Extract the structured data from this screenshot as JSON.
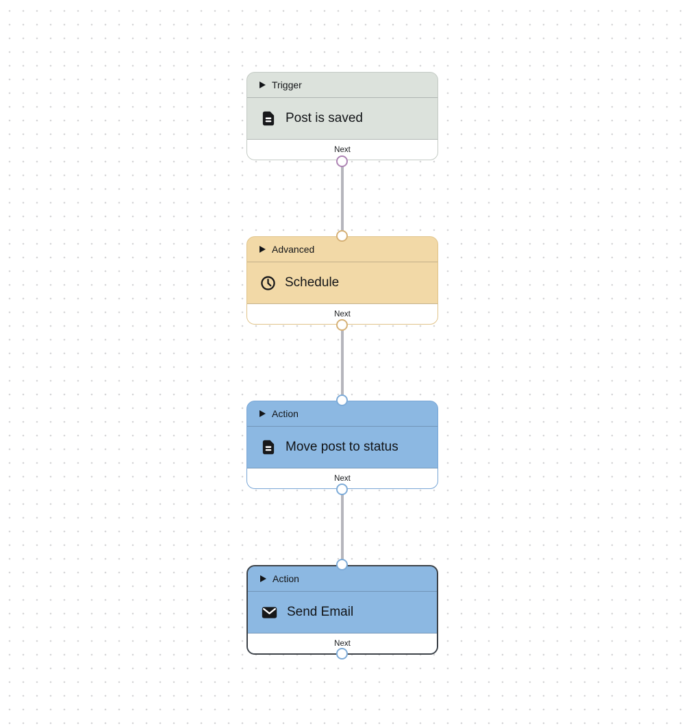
{
  "canvas": {
    "background": "#ffffff",
    "dot_color": "#d5d5d7",
    "connector_color": "#b5b5bc"
  },
  "nodes": [
    {
      "category": "Trigger",
      "title": "Post is saved",
      "icon": "document-icon",
      "footer_label": "Next",
      "fill": "#dce2dc",
      "border": "#c3cac4",
      "port_color": "#ad83b3",
      "selected": false
    },
    {
      "category": "Advanced",
      "title": "Schedule",
      "icon": "clock-icon",
      "footer_label": "Next",
      "fill": "#f2d9a7",
      "border": "#e0c389",
      "port_color": "#d6b176",
      "selected": false
    },
    {
      "category": "Action",
      "title": "Move post to status",
      "icon": "document-icon",
      "footer_label": "Next",
      "fill": "#8cb8e2",
      "border": "#77a5d5",
      "port_color": "#7dabd8",
      "selected": false
    },
    {
      "category": "Action",
      "title": "Send Email",
      "icon": "mail-icon",
      "footer_label": "Next",
      "fill": "#8cb8e2",
      "border": "#3c4147",
      "port_color": "#7dabd8",
      "selected": true
    }
  ]
}
